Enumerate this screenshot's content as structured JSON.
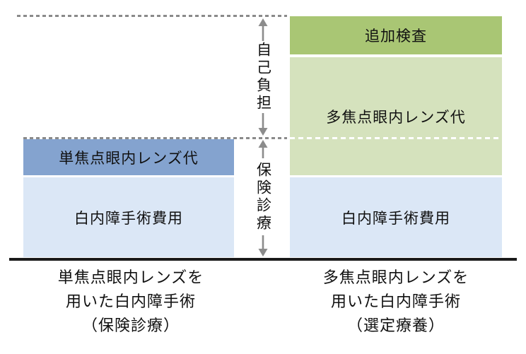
{
  "diagram": {
    "left_column": {
      "bar": {
        "segments": [
          {
            "label": "単焦点眼内レンズ代",
            "color": "#84a3cf"
          },
          {
            "label": "白内障手術費用",
            "color": "#dbe7f6"
          }
        ]
      },
      "caption": {
        "line1": "単焦点眼内レンズを",
        "line2": "用いた白内障手術",
        "line3": "（保険診療）"
      }
    },
    "right_column": {
      "bar": {
        "segments": [
          {
            "label": "追加検査",
            "color": "#a9c674"
          },
          {
            "label": "多焦点眼内レンズ代",
            "color": "#d5e2bd"
          },
          {
            "label": "白内障手術費用",
            "color": "#dbe7f6"
          }
        ]
      },
      "caption": {
        "line1": "多焦点眼内レンズを",
        "line2": "用いた白内障手術",
        "line3": "（選定療養）"
      }
    },
    "middle_annotations": {
      "self_pay_label": "自己負担",
      "insurance_label": "保険診療"
    },
    "colors": {
      "medium_blue": "#84a3cf",
      "light_blue": "#dbe7f6",
      "green": "#a9c674",
      "light_green": "#d5e2bd",
      "arrow_gray": "#8c8c8c",
      "dotted_gray": "#8a8a8a",
      "dashed_white": "#ffffff",
      "baseline_black": "#1a1a1a"
    }
  }
}
